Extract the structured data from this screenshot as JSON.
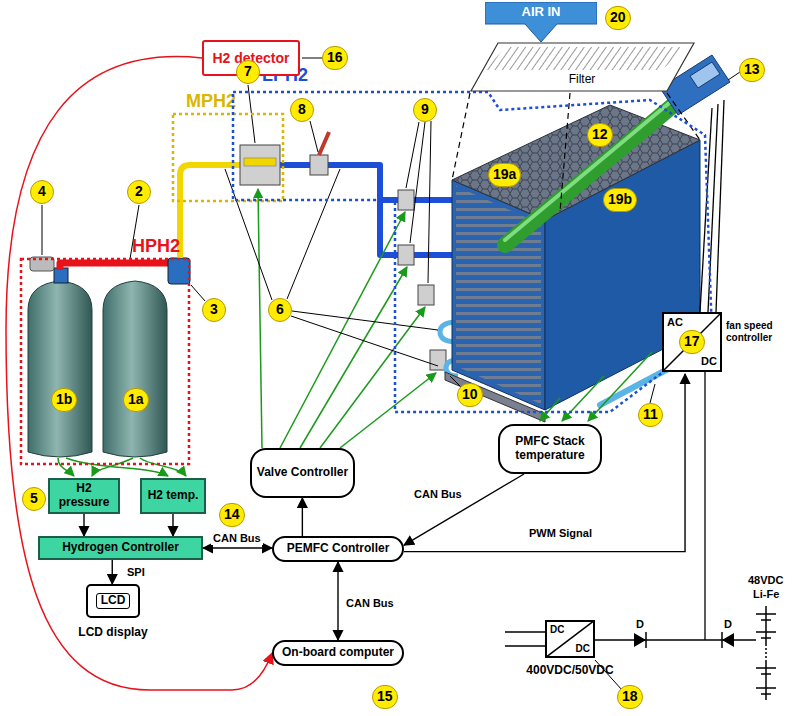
{
  "diagram": {
    "nodes": [
      {
        "text": [
          "HPH2"
        ]
      },
      {
        "text": [
          "MPH2"
        ]
      },
      {
        "text": [
          "LPH2"
        ]
      },
      {
        "text": [
          "H2 detector"
        ]
      },
      {
        "text": [
          "AIR IN"
        ]
      },
      {
        "text": [
          "Filter"
        ]
      },
      {
        "text": [
          "H2 pressure"
        ]
      },
      {
        "text": [
          "H2 temp."
        ]
      },
      {
        "text": [
          "Hydrogen Controller"
        ]
      },
      {
        "text": [
          "LCD",
          "LCD display"
        ]
      },
      {
        "text": [
          "Valve Controller"
        ]
      },
      {
        "text": [
          "PMFC Stack temperature"
        ]
      },
      {
        "text": [
          "PEMFC Controller"
        ]
      },
      {
        "text": [
          "On-board computer"
        ]
      },
      {
        "text": [
          "AC",
          "DC",
          "fan speed controller"
        ]
      },
      {
        "text": [
          "DC",
          "DC",
          "400VDC/50VDC"
        ]
      }
    ],
    "edges": [
      {
        "from": 6,
        "to": 8,
        "arrow": "to"
      },
      {
        "from": 7,
        "to": 8,
        "arrow": "to"
      },
      {
        "from": 8,
        "to": 12,
        "label": "CAN Bus",
        "arrow": "both"
      },
      {
        "from": 8,
        "to": 9,
        "label": "SPI",
        "arrow": "to"
      },
      {
        "from": 12,
        "to": 10,
        "arrow": "to"
      },
      {
        "from": 12,
        "to": 13,
        "label": "CAN Bus",
        "arrow": "both"
      },
      {
        "from": 11,
        "to": 12,
        "label": "CAN Bus",
        "arrow": "to"
      },
      {
        "from": 12,
        "to": 14,
        "label": "PWM Signal",
        "arrow": "to"
      },
      {
        "from": 3,
        "to": 13,
        "arrow": "to"
      }
    ],
    "labels": [
      "1a",
      "1b",
      "2",
      "3",
      "4",
      "5",
      "6",
      "7",
      "8",
      "9",
      "10",
      "11",
      "12",
      "13",
      "14",
      "15",
      "16",
      "17",
      "18",
      "19a",
      "19b",
      "20",
      "D",
      "D",
      "48VDC",
      "Li-Fe"
    ]
  }
}
